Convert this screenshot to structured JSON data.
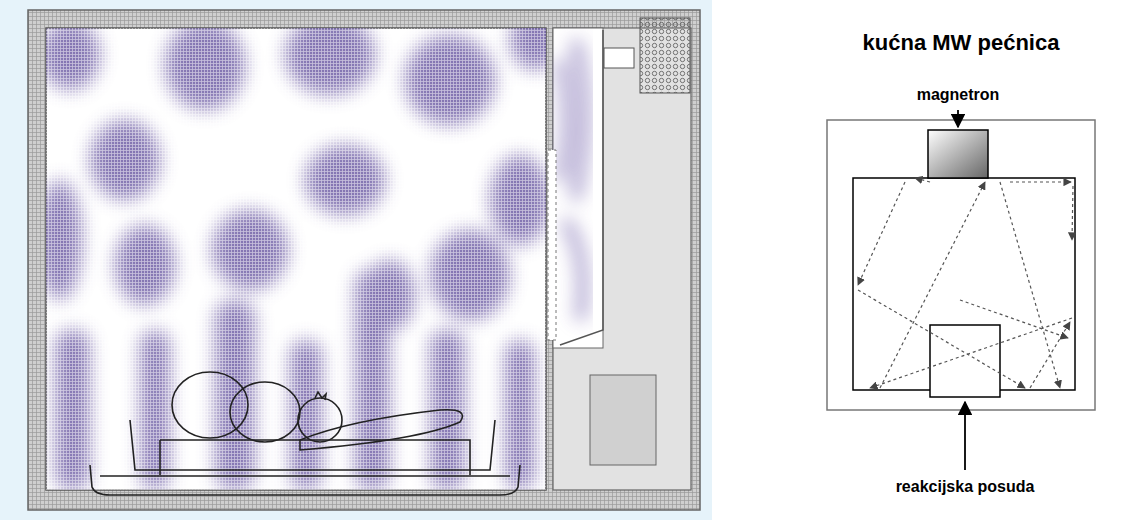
{
  "diagram": {
    "title": "kućna MW pećnica",
    "labels": [
      "magnetron",
      "reakcijska posuda"
    ]
  }
}
